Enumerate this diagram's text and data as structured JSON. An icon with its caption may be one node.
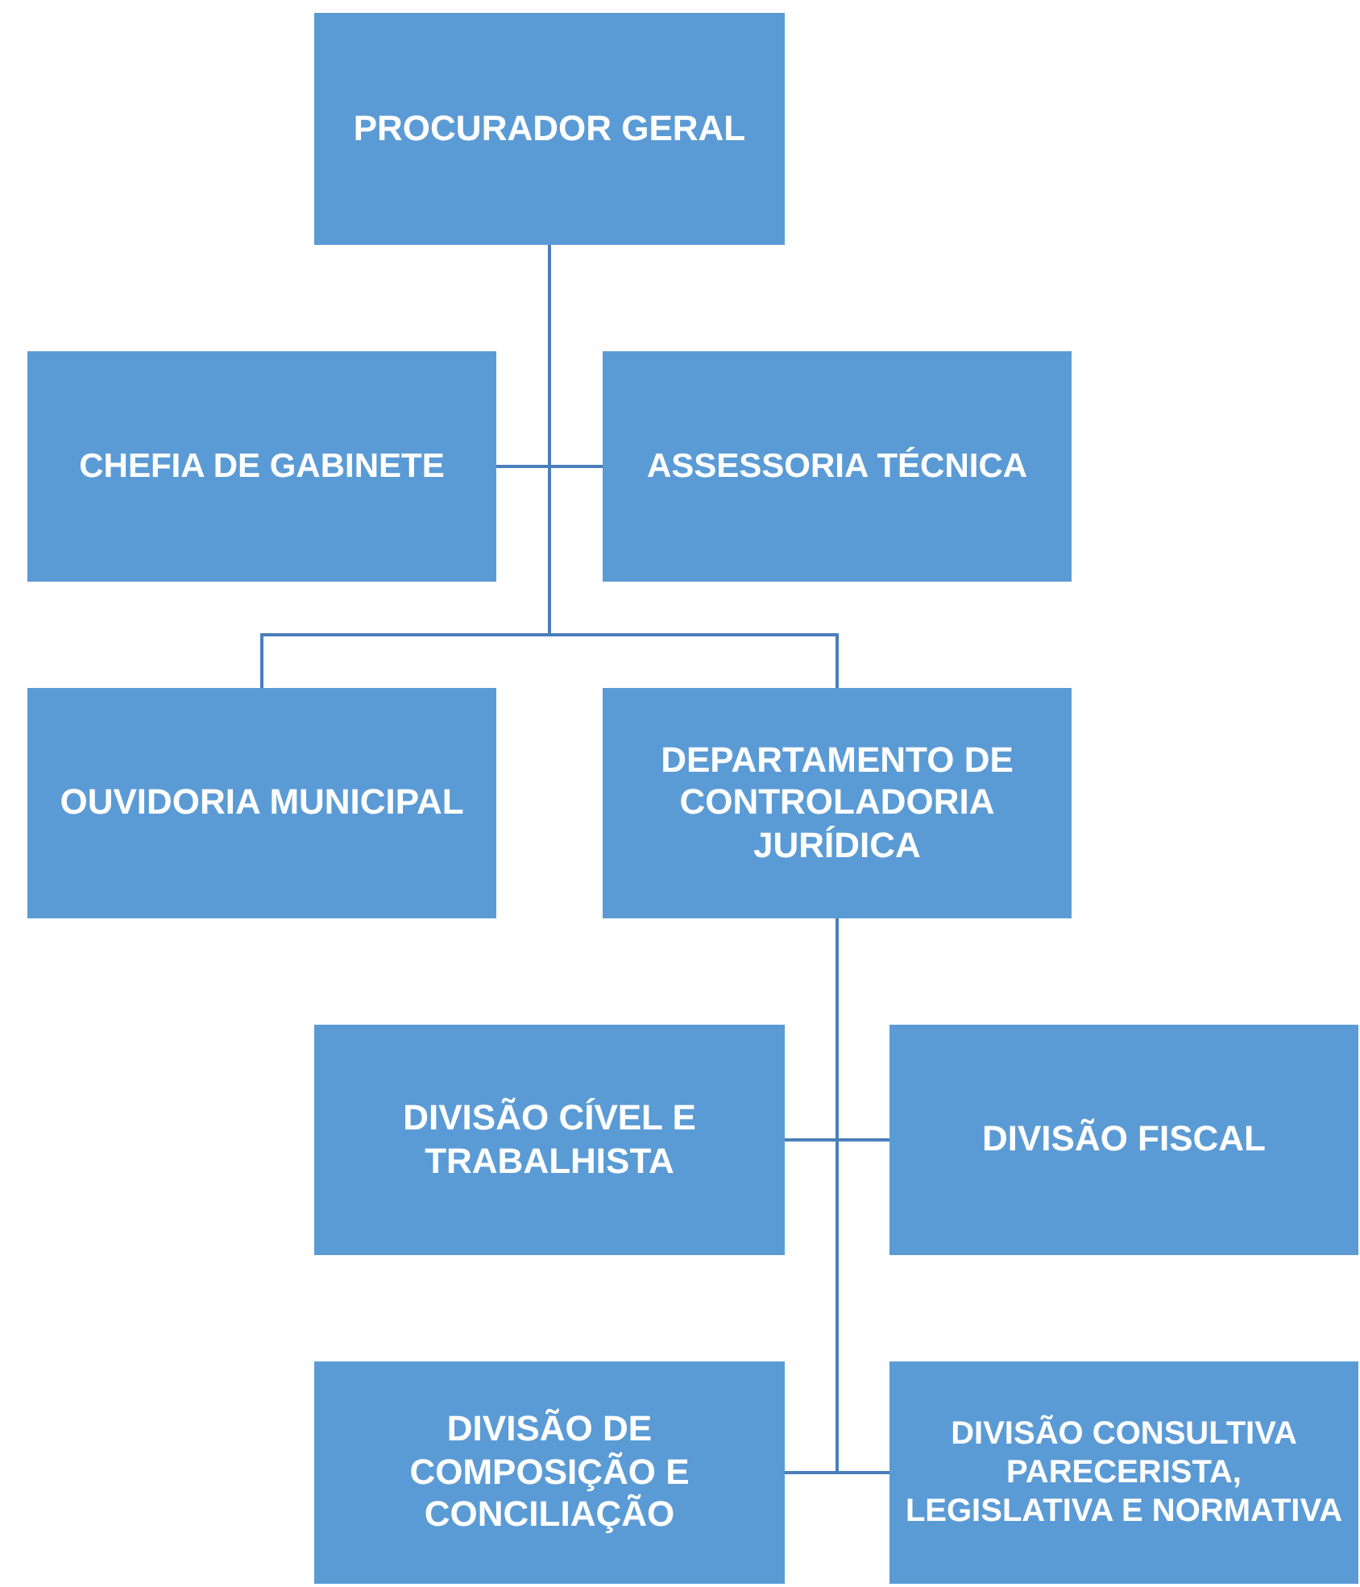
{
  "diagram": {
    "nodes": [
      {
        "text": [
          "PROCURADOR GERAL"
        ]
      },
      {
        "text": [
          "CHEFIA DE GABINETE"
        ]
      },
      {
        "text": [
          "ASSESSORIA TÉCNICA"
        ]
      },
      {
        "text": [
          "OUVIDORIA MUNICIPAL"
        ]
      },
      {
        "text": [
          "DEPARTAMENTO DE CONTROLADORIA JURÍDICA"
        ]
      },
      {
        "text": [
          "DIVISÃO CÍVEL E TRABALHISTA"
        ]
      },
      {
        "text": [
          "DIVISÃO FISCAL"
        ]
      },
      {
        "text": [
          "DIVISÃO DE COMPOSIÇÃO E CONCILIAÇÃO"
        ]
      },
      {
        "text": [
          "DIVISÃO CONSULTIVA PARECERISTA, LEGISLATIVA E NORMATIVA"
        ]
      }
    ],
    "edges": [
      {
        "from": 0,
        "to": 1,
        "arrow": "none"
      },
      {
        "from": 0,
        "to": 2,
        "arrow": "none"
      },
      {
        "from": 0,
        "to": 3,
        "arrow": "none"
      },
      {
        "from": 0,
        "to": 4,
        "arrow": "none"
      },
      {
        "from": 4,
        "to": 5,
        "arrow": "none"
      },
      {
        "from": 4,
        "to": 6,
        "arrow": "none"
      },
      {
        "from": 4,
        "to": 7,
        "arrow": "none"
      },
      {
        "from": 4,
        "to": 8,
        "arrow": "none"
      }
    ]
  }
}
